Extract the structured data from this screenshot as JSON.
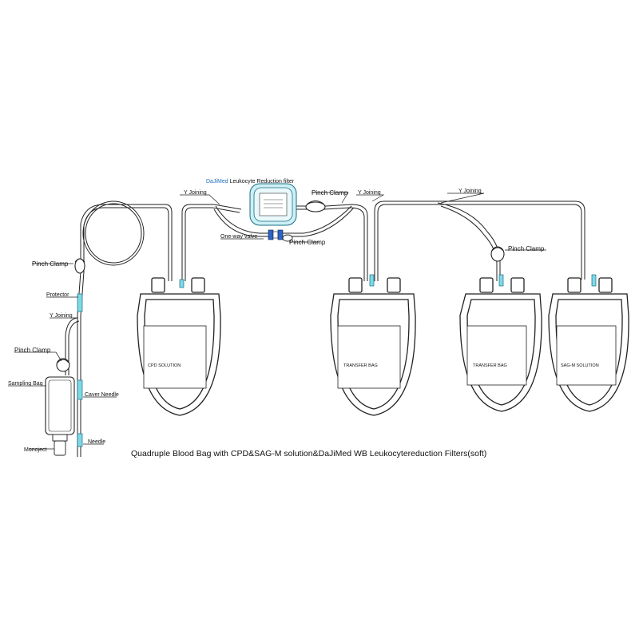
{
  "caption": "Quadruple Blood Bag with CPD&SAG-M solution&DaJiMed WB Leukocytereduction Filters(soft)",
  "filter": {
    "brand": "DaJiMed",
    "label": " Leukocyte Reduction filter"
  },
  "labels": {
    "y_joining_left": "Y Joining",
    "pinch_clamp_top": "Pinch Clamp",
    "y_joining_mid": "Y Joining",
    "one_way_valve": "One-way valve",
    "pinch_clamp_valve": "Pinch Clamp",
    "y_joining_right": "Y Joining",
    "pinch_clamp_right": "Pinch Clamp",
    "pinch_clamp_left": "Pinch Clamp",
    "protector": "Protector",
    "y_joining_needle": "Y Joining",
    "pinch_clamp_sampling": "Pinch Clamp",
    "sampling_bag": "Sampling Bag",
    "caver_needle": "Caver Needle",
    "needle": "Needle",
    "monoject": "Monoject"
  },
  "bags": [
    {
      "label": "CPD SOLUTION"
    },
    {
      "label": "TRANSFER BAG"
    },
    {
      "label": "TRANSFER BAG"
    },
    {
      "label": "SAG-M SOLUTION"
    }
  ],
  "colors": {
    "accent": "#7fd8e8",
    "brand": "#1f6fc0",
    "line": "#222222"
  }
}
